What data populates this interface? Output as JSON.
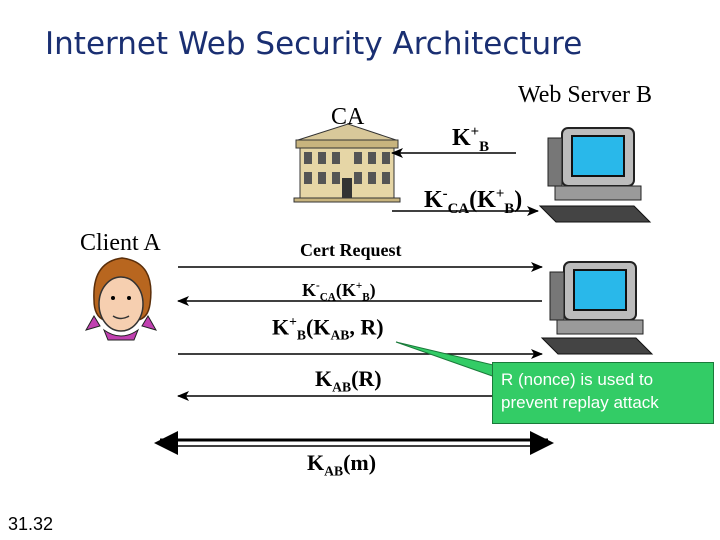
{
  "slide": {
    "title": "Internet Web Security Architecture",
    "number": "31.32"
  },
  "actors": {
    "web_server": "Web Server  B",
    "ca": "CA",
    "client": "Client  A"
  },
  "messages": {
    "kb": {
      "k": "K",
      "sup": "+",
      "sub": "B"
    },
    "cert_signed": {
      "k": "K",
      "sup": "-",
      "sub": "CA",
      "open": "(K",
      "sup2": "+",
      "sub2": "B",
      "close": ")"
    },
    "cert_request": "Cert Request",
    "cert_signed_2": {
      "k": "K",
      "sup": "-",
      "sub": "CA",
      "open": "(K",
      "sup2": "+",
      "sub2": "B",
      "close": ")"
    },
    "kb_kab_r": {
      "k": "K",
      "sup": "+",
      "sub": "B",
      "open": "(K",
      "sub2": "AB",
      "close": ", R)"
    },
    "kab_r": {
      "k": "K",
      "sub": "AB",
      "rest": "(R)"
    },
    "kab_m": {
      "k": "K",
      "sub": "AB",
      "rest": "(m)"
    }
  },
  "callout": {
    "text": "R (nonce) is used to prevent replay attack",
    "color": "#33cc66"
  },
  "colors": {
    "title": "#1a2f72",
    "arrow": "#000000"
  },
  "icons": [
    "building-icon",
    "computer-icon",
    "computer-icon",
    "woman-icon"
  ]
}
